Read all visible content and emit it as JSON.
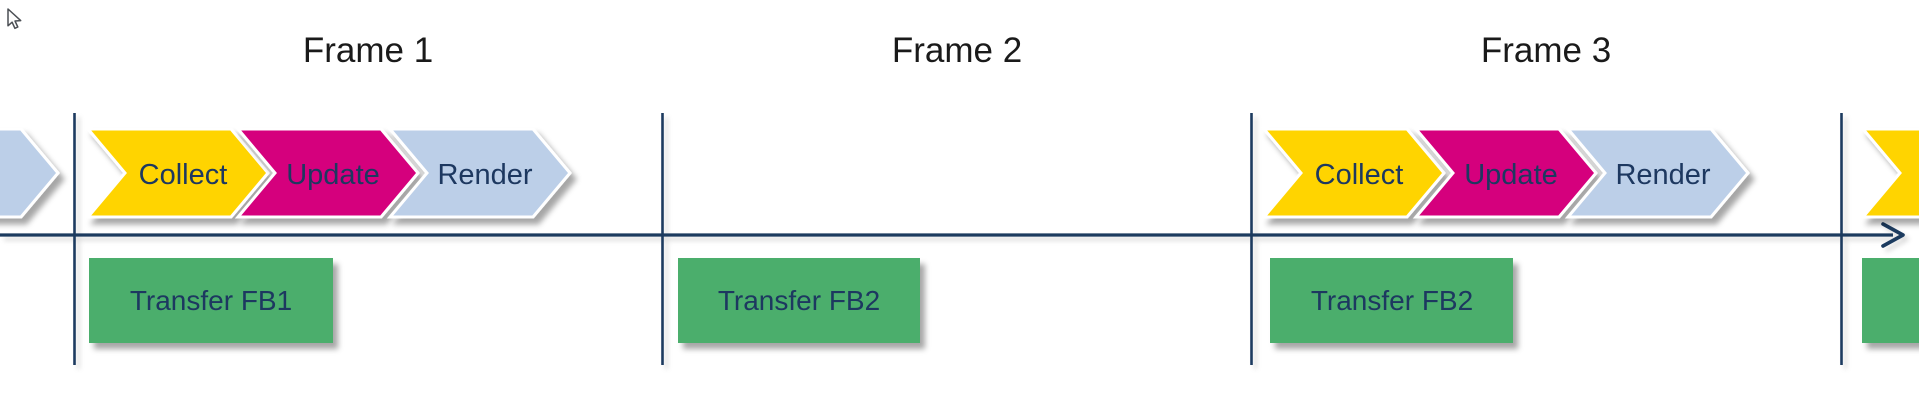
{
  "frames": [
    {
      "label": "Frame 1",
      "chevrons": [
        {
          "label": "Collect"
        },
        {
          "label": "Update"
        },
        {
          "label": "Render"
        }
      ],
      "transfer": {
        "label": "Transfer FB1"
      }
    },
    {
      "label": "Frame 2",
      "chevrons": [],
      "transfer": {
        "label": "Transfer FB2"
      }
    },
    {
      "label": "Frame 3",
      "chevrons": [
        {
          "label": "Collect"
        },
        {
          "label": "Update"
        },
        {
          "label": "Render"
        }
      ],
      "transfer": {
        "label": "Transfer FB2"
      }
    }
  ],
  "partials": {
    "left_render_chevron": {
      "visible_label": ""
    },
    "right_collect_chevron": {
      "visible_label": ""
    },
    "right_transfer_box": {
      "visible_label": ""
    }
  },
  "icons": {
    "mouse_cursor": "arrow-pointer",
    "axis_arrowhead": "right-arrow"
  },
  "colors": {
    "background": "#FFFFFF",
    "axis": "#1B3A5F",
    "collect_fill": "#FFD400",
    "update_fill": "#D5047D",
    "render_fill": "#BCCFE8",
    "transfer_fill": "#4CAE6C",
    "shape_text": "#1D3860",
    "frame_label_text": "#1A1A1A"
  }
}
